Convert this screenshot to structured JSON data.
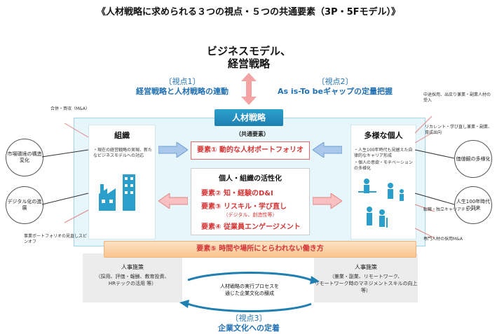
{
  "title": "《人材戦略に求められる３つの視点・５つの共通要素（3P・5Fモデル）》",
  "top_box": {
    "line1": "ビジネスモデル、",
    "line2": "経営戦略"
  },
  "viewpoint1": {
    "label": "〔視点1〕",
    "text": "経営戦略と人材戦略の連動"
  },
  "viewpoint2": {
    "label": "〔視点2〕",
    "text": "As is-To beギャップの定量把握"
  },
  "viewpoint3": {
    "label": "〔視点3〕",
    "text": "企業文化への定着"
  },
  "hr_strategy": "人材戦略",
  "common_elements": "（共通要素）",
  "left_panel": {
    "title": "組織",
    "note": "・現在の経営戦略の実現、新たなビジネスモデルへの対応"
  },
  "right_panel": {
    "title": "多様な個人",
    "notes": [
      "・人生100年時代も見据えた自律的なキャリア形成",
      "・個人の意欲・モチベーションの多様化"
    ]
  },
  "element1": "要素① 動的な人材ポートフォリオ",
  "activation": {
    "title": "個人・組織の活性化",
    "e2": "要素② 知・経験のD&I",
    "e3": "要素③ リスキル・学び直し",
    "e3_sub": "（デジタル、創造性等）",
    "e4": "要素④ 従業員エンゲージメント"
  },
  "element5": "要素⑤ 時間や場所にとらわれない働き方",
  "jinji_left": {
    "title": "人事施策",
    "text1": "（採用、評価・報酬、教育投資、",
    "text2": "HRテックの活用 等）"
  },
  "jinji_right": {
    "title": "人事施策",
    "text1": "（兼業・副業、リモートワーク、",
    "text2": "リモートワーク時のマネジメントスキルの向上 等）"
  },
  "culture_note": {
    "line1": "人材戦略の実行プロセスを",
    "line2": "通じた企業文化の醸成"
  },
  "left_circles": [
    {
      "text": "市場環境の構造変化"
    },
    {
      "text": "デジタル化の進展"
    }
  ],
  "right_circles": [
    {
      "text": "価値観の多様化"
    },
    {
      "text": "人生100年時代の到来"
    }
  ],
  "left_labels": {
    "top": "合併・買収（M&A）",
    "bottom": "事業ポートフォリオの見直しスピンオフ"
  },
  "right_labels": {
    "top": "中途採用、出戻り兼業・副業人材の受入",
    "mid": "リカレント・学び直し兼業・副業、育成出向",
    "low": "転職・独立キャリアチェンジ",
    "bottom": "専門人材の採用M&A"
  },
  "colors": {
    "accent_blue": "#1f7fb0",
    "red": "#d43535",
    "orange": "#f9c38d",
    "pale_blue": "#e6f6fb"
  }
}
